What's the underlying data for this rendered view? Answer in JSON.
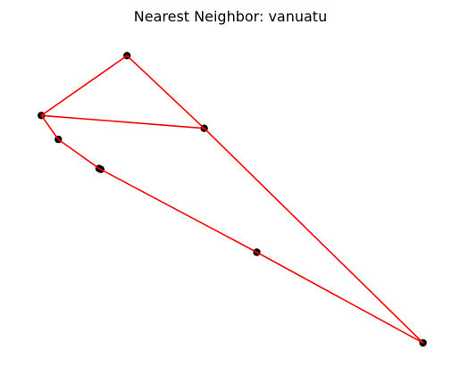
{
  "chart_data": {
    "type": "line",
    "title": "Nearest Neighbor: vanuatu",
    "xlabel": "",
    "ylabel": "",
    "axes_visible": false,
    "grid": false,
    "xlim": [
      19,
      494
    ],
    "ylim": [
      0,
      352
    ],
    "points": [
      {
        "x": 134,
        "y": 336
      },
      {
        "x": 225,
        "y": 251
      },
      {
        "x": 33,
        "y": 266
      },
      {
        "x": 53,
        "y": 238
      },
      {
        "x": 101,
        "y": 204
      },
      {
        "x": 103,
        "y": 203
      },
      {
        "x": 287,
        "y": 106
      },
      {
        "x": 483,
        "y": 0
      }
    ],
    "route": [
      0,
      2,
      1,
      7,
      6,
      5,
      4,
      3,
      2
    ],
    "extra_segments": [
      [
        0,
        1
      ]
    ],
    "colors": {
      "points": "#000000",
      "route": "#ff0000"
    }
  }
}
